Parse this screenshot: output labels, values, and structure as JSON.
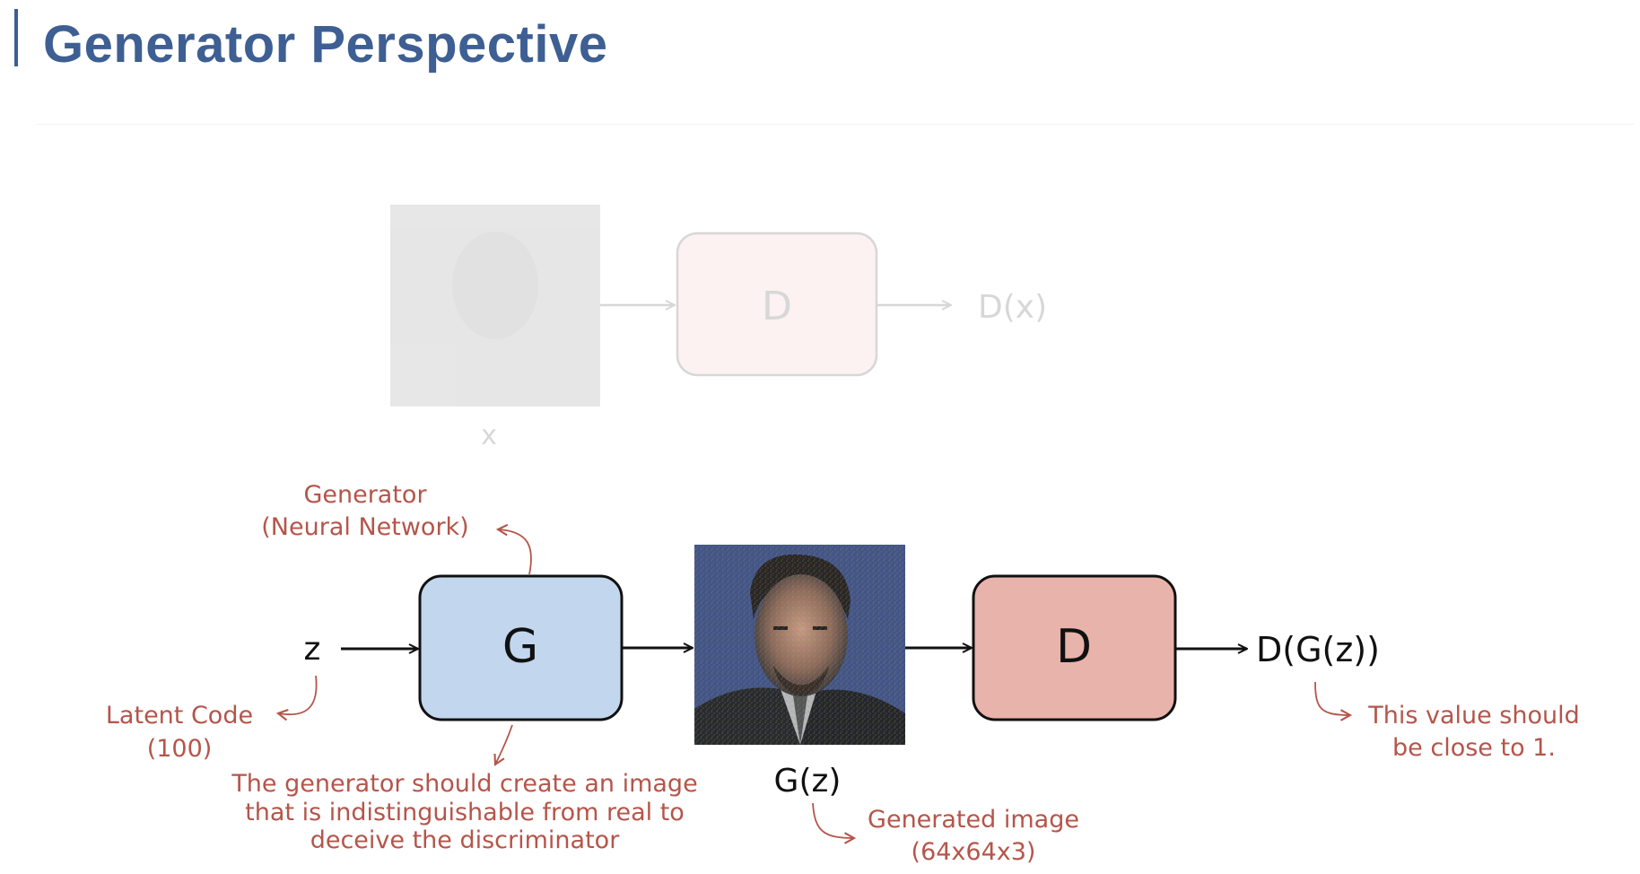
{
  "slide": {
    "title": "Generator Perspective"
  },
  "top_path": {
    "x_label": "x",
    "d_box_label": "D",
    "output_label": "D(x)"
  },
  "bottom_path": {
    "z_label": "z",
    "g_box_label": "G",
    "d_box_label": "D",
    "gz_label": "G(z)",
    "output_label": "D(G(z))"
  },
  "annotations": {
    "generator_line1": "Generator",
    "generator_line2": "(Neural Network)",
    "latent_line1": "Latent Code",
    "latent_line2": "(100)",
    "generator_note_line1": "The generator should create an image",
    "generator_note_line2": "that is indistinguishable from real to",
    "generator_note_line3": "deceive the discriminator",
    "generated_line1": "Generated image",
    "generated_line2": "(64x64x3)",
    "output_note_line1": "This value should",
    "output_note_line2": "be close to 1."
  },
  "colors": {
    "title": "#3e5f93",
    "generator_box": "#c2d6ee",
    "discriminator_box": "#e8b3ab",
    "annotation": "#b5554a"
  }
}
